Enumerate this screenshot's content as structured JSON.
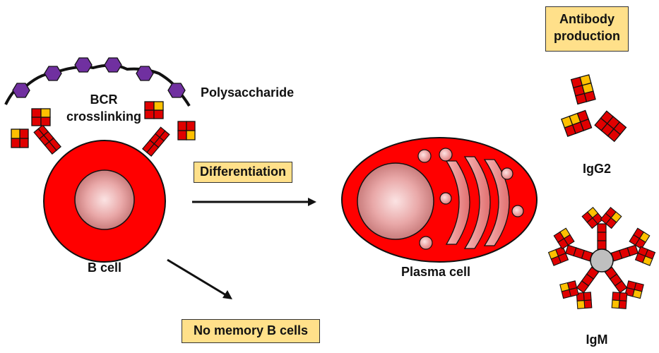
{
  "labels": {
    "bcr_line1": "BCR",
    "bcr_line2": "crosslinking",
    "polysaccharide": "Polysaccharide",
    "b_cell": "B cell",
    "differentiation": "Differentiation",
    "plasma_cell": "Plasma cell",
    "no_memory": "No memory B cells",
    "antibody_line1": "Antibody",
    "antibody_line2": "production",
    "igg2": "IgG2",
    "igm": "IgM"
  },
  "colors": {
    "cell_red": "#FF0000",
    "nucleus_pink": "#E8A0A0",
    "antibody_red": "#E00000",
    "antibody_yellow": "#FFC000",
    "polysaccharide_purple": "#7030A0",
    "label_box_fill": "#FFE08A",
    "igm_core_gray": "#BFBFBF"
  }
}
